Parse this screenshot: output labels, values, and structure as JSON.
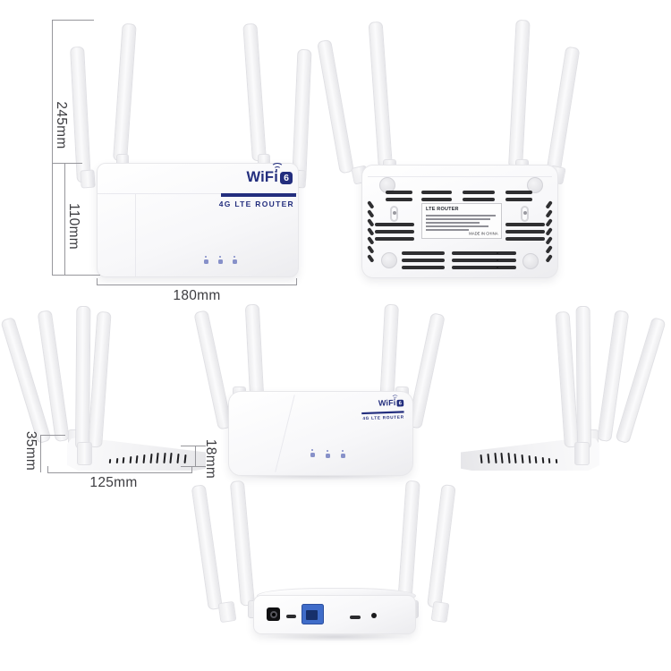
{
  "product": {
    "logo_word": "WiFi",
    "logo_badge": "6",
    "tagline": "4G LTE Router"
  },
  "bottom_label": {
    "title": "LTE ROUTER",
    "made_in": "MADE IN CHINA"
  },
  "dimensions": {
    "total_height": "245mm",
    "body_height": "110mm",
    "body_width": "180mm",
    "side_height": "35mm",
    "side_depth": "125mm",
    "front_edge_height": "18mm"
  },
  "icons": {
    "wifi_logo_arcs": "wifi-signal-arcs-icon",
    "front_leds": [
      "power-led-icon",
      "wifi-led-icon",
      "internet-led-icon"
    ]
  },
  "colors": {
    "brand_navy": "#232e7e",
    "ethernet_blue": "#3f6cc9",
    "led_blue": "#7d88c6",
    "dimension_line": "#97979c",
    "vent_black": "#1d1d1f",
    "body_white": "#f7f7f9"
  }
}
